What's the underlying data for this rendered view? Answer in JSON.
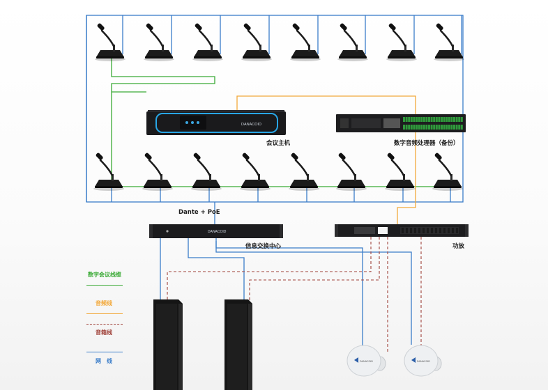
{
  "labels": {
    "host": "会议主机",
    "dsp": "数字音频处理器（备份）",
    "dante": "Dante + PoE",
    "switch": "信息交换中心",
    "amp": "功放",
    "brand": "DANACOID"
  },
  "legend": [
    {
      "label": "数字会议线缆",
      "color": "#3aaa35",
      "style": "solid"
    },
    {
      "label": "音频线",
      "color": "#f2a93b",
      "style": "solid"
    },
    {
      "label": "音箱线",
      "color": "#a0423a",
      "style": "dashed"
    },
    {
      "label": "网　线",
      "color": "#3a7dc9",
      "style": "solid"
    }
  ],
  "colors": {
    "conference": "#3aaa35",
    "audio": "#f2a93b",
    "speaker": "#a0423a",
    "network": "#3a7dc9"
  }
}
